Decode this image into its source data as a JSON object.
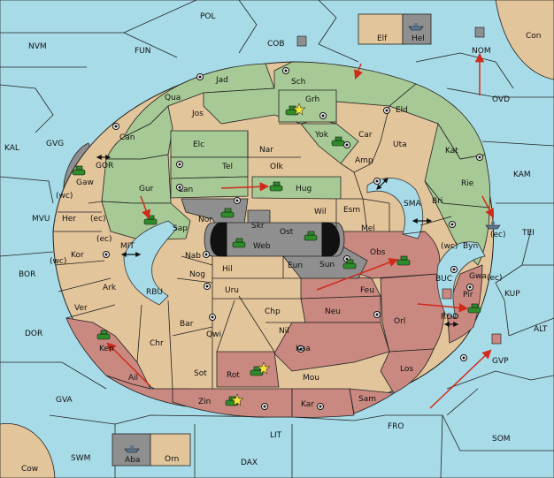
{
  "colors": {
    "sea": "#a8dbe8",
    "neutral": "#e3c59b",
    "green": "#a7c996",
    "red": "#c98880",
    "grey": "#8f8f8f",
    "order_arrow": "#d02a1a",
    "army": "#2f8c2a",
    "fleet": "#5a7890"
  },
  "labels": {
    "POL": "POL",
    "COB": "COB",
    "Elf": "Elf",
    "Hel": "Hel",
    "NVM": "NVM",
    "FUN": "FUN",
    "NOM": "NOM",
    "Con": "Con",
    "OVD": "OVD",
    "Jad": "Jad",
    "Sch": "Sch",
    "Qua": "Qua",
    "Grh": "Grh",
    "Jos": "Jos",
    "Eld": "Eld",
    "Can": "Can",
    "KAL": "KAL",
    "GVG": "GVG",
    "Yok": "Yok",
    "Car": "Car",
    "Elc": "Elc",
    "Nar": "Nar",
    "Uta": "Uta",
    "Kat": "Kat",
    "Tel": "Tel",
    "Olk": "Olk",
    "Amp": "Amp",
    "KAM": "KAM",
    "GOR": "GOR",
    "Gaw": "Gaw",
    "Gur": "Gur",
    "Lan": "Lan",
    "Hug": "Hug",
    "Rie": "Rie",
    "Bri": "Bri",
    "wc": "(wc)",
    "ec": "(ec)",
    "MVU": "MVU",
    "Her": "Her",
    "Nor": "Nor",
    "Wil": "Wil",
    "Esm": "Esm",
    "SMA": "SMA",
    "Sap": "Sap",
    "Skr": "Skr",
    "Ost": "Ost",
    "Mel": "Mel",
    "TEI": "TEI",
    "Web": "Web",
    "Byn": "Byn",
    "Kor": "Kor",
    "MIT": "MIT",
    "Nab": "Nab",
    "Obs": "Obs",
    "BOR": "BOR",
    "Eun": "Eun",
    "Sun": "Sun",
    "Gwa": "Gwa",
    "Hil": "Hil",
    "Ark": "Ark",
    "RBU": "RBU",
    "Nog": "Nog",
    "BUC": "BUC",
    "Feu": "Feu",
    "KUP": "KUP",
    "Pir": "Pir",
    "Uru": "Uru",
    "Ver": "Ver",
    "Chp": "Chp",
    "Neu": "Neu",
    "ROD": "ROD",
    "Orl": "Orl",
    "DOR": "DOR",
    "Bar": "Bar",
    "Nil": "Nil",
    "Qwi": "Qwi",
    "ALT": "ALT",
    "Ken": "Ken",
    "Chr": "Chr",
    "Kaa": "Kaa",
    "GVP": "GVP",
    "Los": "Los",
    "Rot": "Rot",
    "Sot": "Sot",
    "Mou": "Mou",
    "Ail": "Ail",
    "GVA": "GVA",
    "Zin": "Zin",
    "Kar": "Kar",
    "Sam": "Sam",
    "FRO": "FRO",
    "LIT": "LIT",
    "SOM": "SOM",
    "SWM": "SWM",
    "Aba": "Aba",
    "Orn": "Orn",
    "Cow": "Cow",
    "DAX": "DAX"
  }
}
